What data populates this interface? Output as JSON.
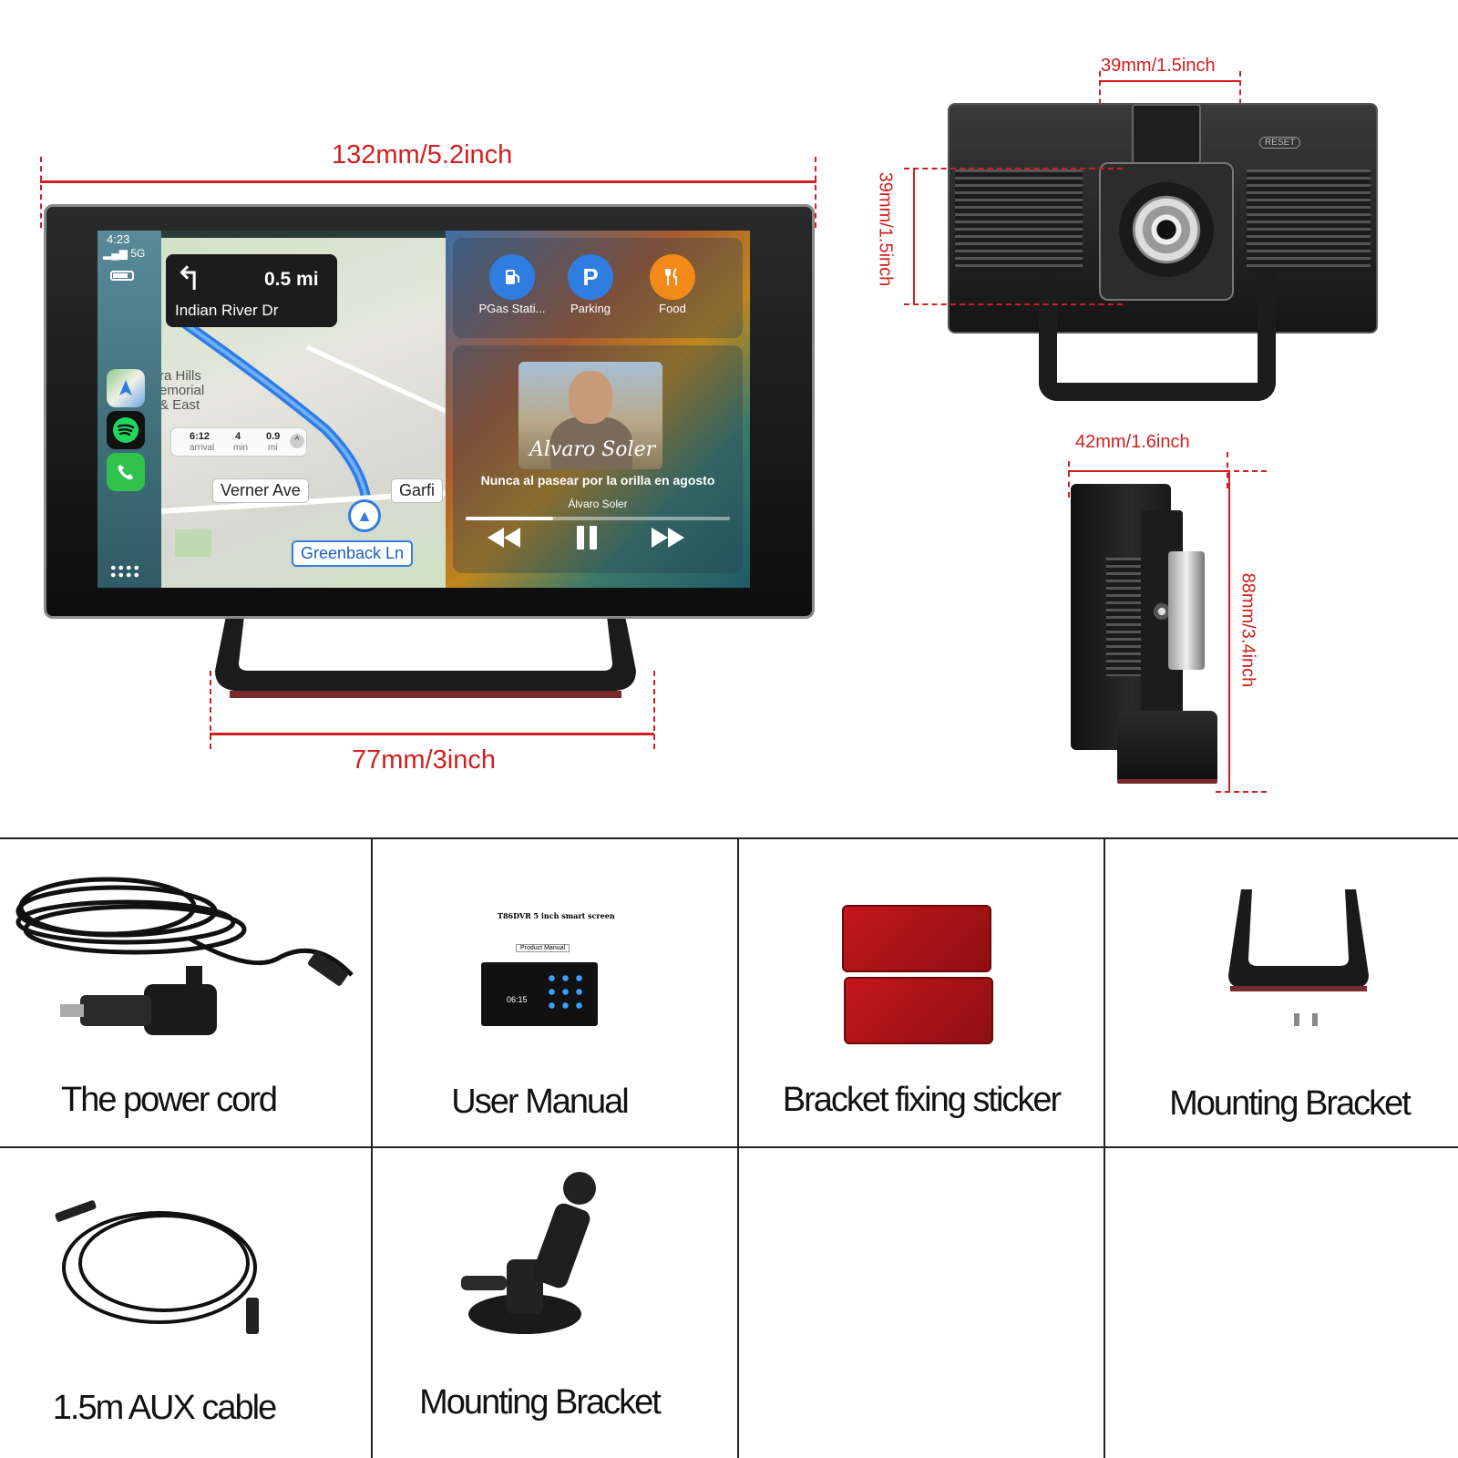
{
  "dimensions": {
    "width_main": "132mm/5.2inch",
    "stand_width": "77mm/3inch",
    "camera_width": "39mm/1.5inch",
    "camera_height": "39mm/1.5inch",
    "depth": "42mm/1.6inch",
    "height": "88mm/3.4inch"
  },
  "screen": {
    "status": {
      "time": "4:23",
      "signal": "5G"
    },
    "navigation": {
      "distance": "0.5 mi",
      "street": "Indian River Dr",
      "poi_text": "ra Hills\nemorial\n& East",
      "eta_time": "6:12",
      "eta_time_label": "arrival",
      "eta_min": "4",
      "eta_min_label": "min",
      "eta_mi": "0.9",
      "eta_mi_label": "mi",
      "street_1": "Verner Ave",
      "street_2": "Garfi",
      "street_current": "Greenback Ln"
    },
    "poi_shortcuts": [
      {
        "label": "PGas Stati...",
        "icon": "gas-pump-icon",
        "color": "#2f7de1"
      },
      {
        "label": "Parking",
        "icon": "P",
        "color": "#2f7de1"
      },
      {
        "label": "Food",
        "icon": "fork-knife-icon",
        "color": "#f28a1a"
      }
    ],
    "music": {
      "album_signature": "Alvaro Soler",
      "song": "Nunca al pasear por la orilla en agosto",
      "artist": "Álvaro Soler",
      "progress": 0.33
    }
  },
  "back_view": {
    "reset_label": "RESET"
  },
  "manual": {
    "title": "T86DVR 5 inch smart screen",
    "subtitle": "Product Manual",
    "clock": "06:15"
  },
  "accessories": [
    {
      "label": "The power cord"
    },
    {
      "label": "User Manual"
    },
    {
      "label": "Bracket fixing sticker"
    },
    {
      "label": "Mounting Bracket"
    },
    {
      "label": "1.5m AUX cable"
    },
    {
      "label": "Mounting Bracket"
    }
  ]
}
